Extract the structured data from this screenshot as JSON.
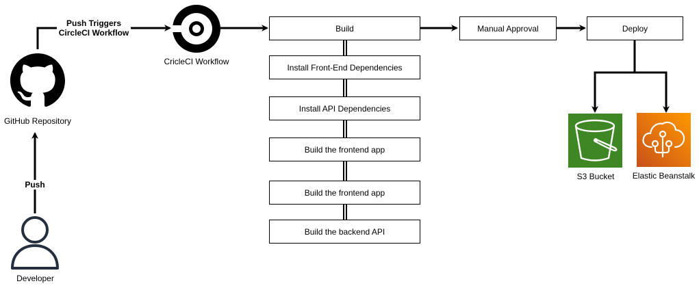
{
  "edges": {
    "push": "Push",
    "push_triggers_line1": "Push Triggers",
    "push_triggers_line2": "CircleCI Workflow"
  },
  "nodes": {
    "developer": "Developer",
    "github": "GitHub Repository",
    "circleci": "CricleCI Workflow",
    "build": "Build",
    "manual_approval": "Manual Approval",
    "deploy": "Deploy",
    "s3": "S3 Bucket",
    "beanstalk": "Elastic Beanstalk"
  },
  "build_steps": [
    "Install Front-End Dependencies",
    "Install API Dependencies",
    "Build the frontend app",
    "Build the frontend app",
    "Build the backend API"
  ],
  "icons": {
    "developer": "user-icon",
    "github": "github-icon",
    "circleci": "circleci-icon",
    "s3": "s3-bucket-icon",
    "beanstalk": "elastic-beanstalk-icon"
  },
  "colors": {
    "s3_fill": "#3f8624",
    "beanstalk_fill": "#e8721c",
    "developer_stroke": "#232f3e"
  }
}
